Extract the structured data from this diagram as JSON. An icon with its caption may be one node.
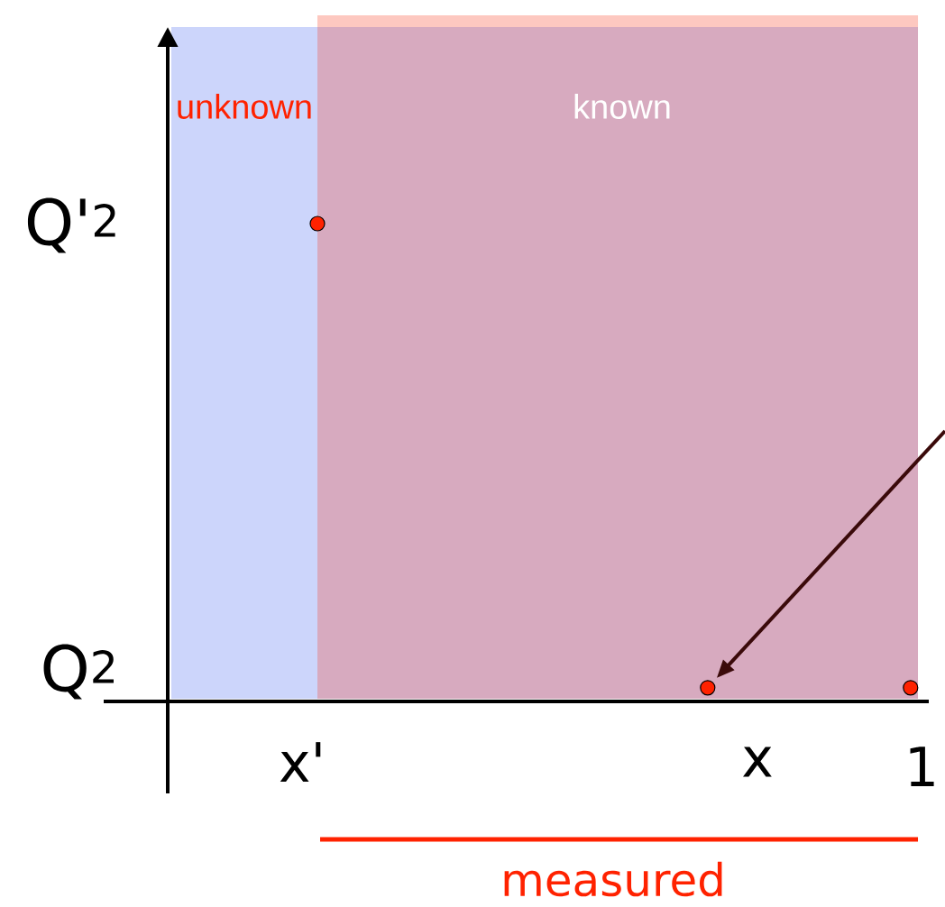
{
  "diagram": {
    "nodes": [
      {
        "text": [
          "unknown"
        ]
      },
      {
        "text": [
          "known"
        ]
      },
      {
        "text": [],
        "shape": "circle"
      },
      {
        "text": [],
        "shape": "circle",
        "in": 1
      },
      {
        "text": [],
        "shape": "circle",
        "in": 1
      }
    ],
    "edges": [
      {
        "from": null,
        "to": 3,
        "arrow": "to"
      }
    ],
    "labels": [
      "Q'$^{2}$",
      "Q$^{2}$",
      "x'",
      "x",
      "1",
      "measured"
    ]
  }
}
